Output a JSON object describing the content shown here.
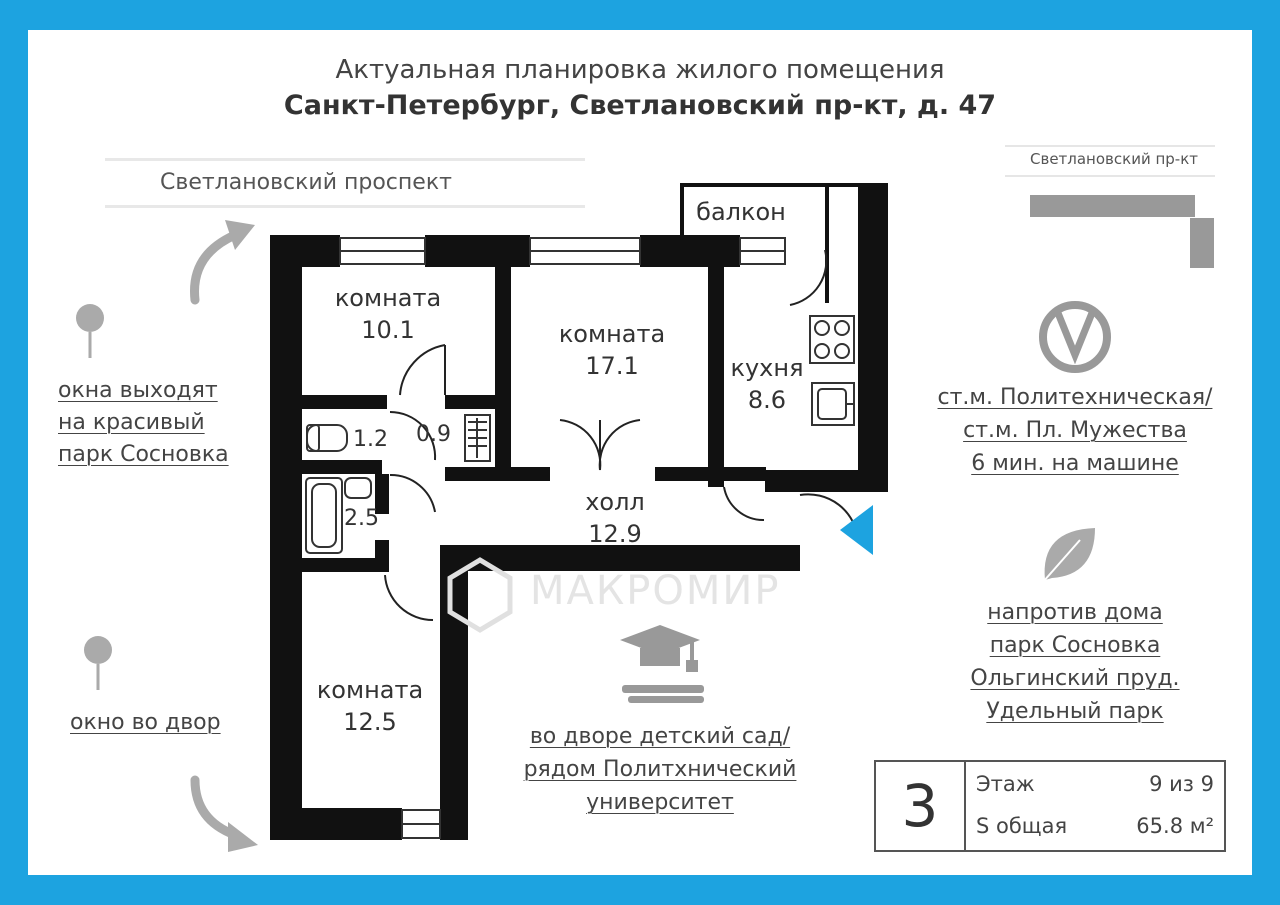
{
  "header": {
    "title": "Актуальная  планировка жилого помещения",
    "address": "Санкт-Петербург, Светлановский пр-кт, д. 47"
  },
  "street": {
    "main_label": "Светлановский проспект",
    "mini_map_label": "Светлановский пр-кт"
  },
  "left_notes": {
    "windows_park": [
      "окна выходят",
      "на красивый",
      "парк Сосновка"
    ],
    "window_yard": "окно во двор"
  },
  "rooms": {
    "room1": {
      "label": "комната",
      "area": "10.1"
    },
    "room2": {
      "label": "комната",
      "area": "17.1"
    },
    "kitchen": {
      "label": "кухня",
      "area": "8.6"
    },
    "balcony": {
      "label": "балкон"
    },
    "wc": {
      "area": "1.2"
    },
    "closet": {
      "area": "0.9"
    },
    "bath": {
      "area": "2.5"
    },
    "hall": {
      "label": "холл",
      "area": "12.9"
    },
    "room3": {
      "label": "комната",
      "area": "12.5"
    }
  },
  "right_notes": {
    "metro": [
      "ст.м. Политехническая/",
      "ст.м. Пл. Мужества",
      "6 мин. на машине"
    ],
    "nature": [
      "напротив дома",
      "парк Сосновка",
      "Ольгинский пруд.",
      "Удельный парк"
    ]
  },
  "school_note": [
    "во дворе детский сад/",
    "рядом Политхнический",
    "университет"
  ],
  "watermark": "МАКРОМИР",
  "info": {
    "rooms_count": "3",
    "floor_label": "Этаж",
    "floor_value": "9 из 9",
    "area_label": "S общая",
    "area_value": "65.8 м²"
  },
  "colors": {
    "background": "#1da3e0",
    "wall": "#111111",
    "entrance_marker": "#1da3e0"
  },
  "icons": [
    "map-pin-icon",
    "curved-arrow-icon",
    "metro-icon",
    "leaf-icon",
    "graduation-icon",
    "toilet-icon",
    "bathtub-icon",
    "stove-icon",
    "sink-icon"
  ]
}
